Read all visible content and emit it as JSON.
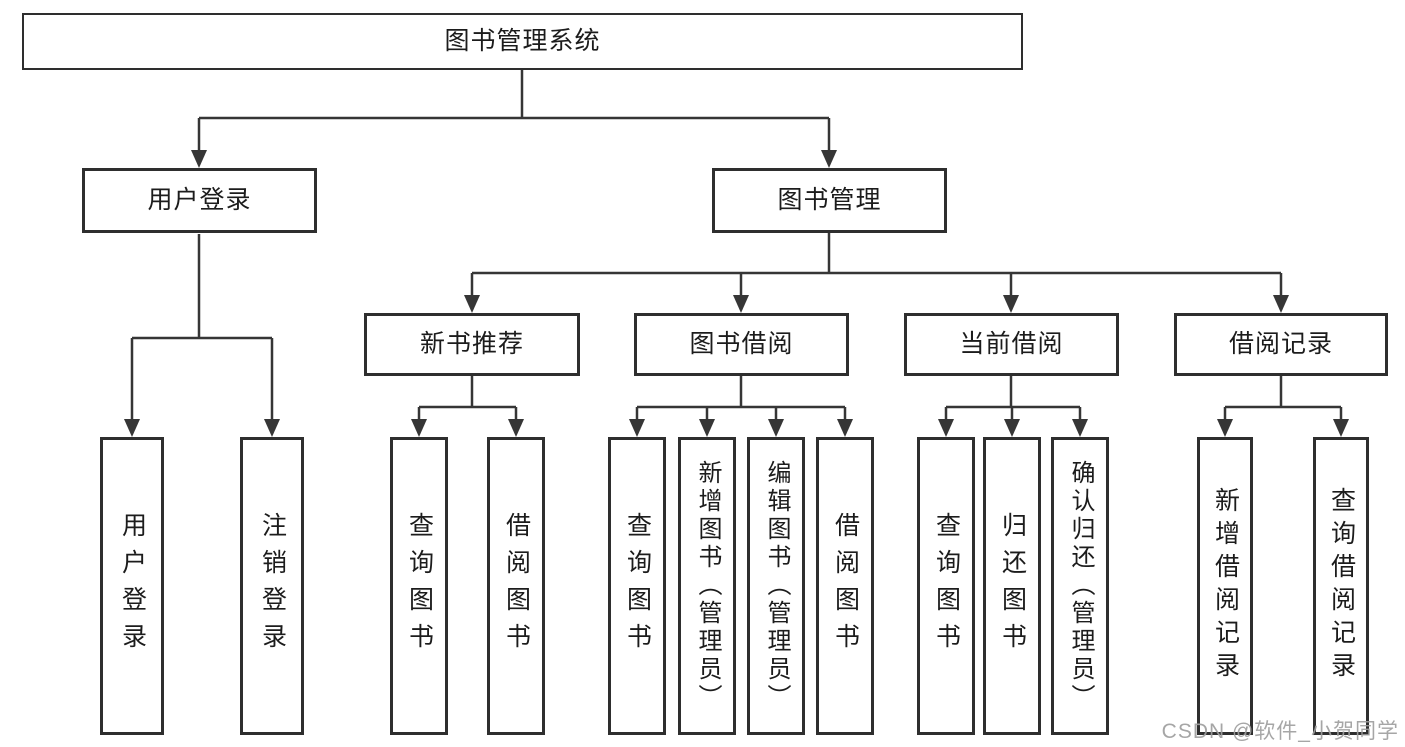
{
  "diagram": {
    "type": "tree",
    "root": "图书管理系统",
    "branches": [
      {
        "label": "用户登录",
        "leaves": [
          "用户登录",
          "注销登录"
        ]
      },
      {
        "label": "图书管理",
        "groups": [
          {
            "label": "新书推荐",
            "leaves": [
              "查询图书",
              "借阅图书"
            ]
          },
          {
            "label": "图书借阅",
            "leaves": [
              "查询图书",
              "新增图书（管理员）",
              "编辑图书（管理员）",
              "借阅图书"
            ]
          },
          {
            "label": "当前借阅",
            "leaves": [
              "查询图书",
              "归还图书",
              "确认归还（管理员）"
            ]
          },
          {
            "label": "借阅记录",
            "leaves": [
              "新增借阅记录",
              "查询借阅记录"
            ]
          }
        ]
      }
    ]
  },
  "watermark": "CSDN @软件_小贺同学",
  "colors": {
    "line": "#363636",
    "box_border": "#2e2e2e",
    "text": "#1c1c1c",
    "watermark": "#9e9e9e",
    "background": "#ffffff"
  }
}
